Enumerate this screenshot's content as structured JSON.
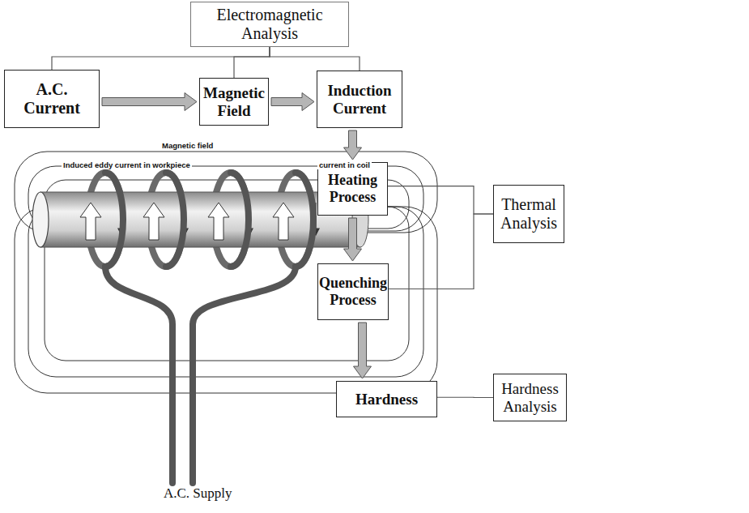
{
  "diagram": {
    "nodes": [
      {
        "text": [
          "Electromagnetic Analysis"
        ]
      },
      {
        "text": [
          "A.C. Current"
        ]
      },
      {
        "text": [
          "Magnetic Field"
        ]
      },
      {
        "text": [
          "Induction Current"
        ]
      },
      {
        "text": [
          "Heating Process"
        ]
      },
      {
        "text": [
          "Thermal Analysis"
        ]
      },
      {
        "text": [
          "Quenching Process"
        ]
      },
      {
        "text": [
          "Hardness"
        ]
      },
      {
        "text": [
          "Hardness Analysis"
        ]
      }
    ],
    "edges": [
      {
        "from": 0,
        "to": 1,
        "arrow": "none"
      },
      {
        "from": 0,
        "to": 2,
        "arrow": "none"
      },
      {
        "from": 0,
        "to": 3,
        "arrow": "none"
      },
      {
        "from": 1,
        "to": 2,
        "arrow": "to"
      },
      {
        "from": 2,
        "to": 3,
        "arrow": "to"
      },
      {
        "from": 3,
        "to": 4,
        "arrow": "to"
      },
      {
        "from": 4,
        "to": 6,
        "arrow": "to"
      },
      {
        "from": 6,
        "to": 7,
        "arrow": "to"
      },
      {
        "from": 4,
        "to": 5,
        "arrow": "none"
      },
      {
        "from": 6,
        "to": 5,
        "arrow": "none"
      },
      {
        "from": 7,
        "to": 8,
        "arrow": "none"
      }
    ],
    "labels": [
      "Magnetic field",
      "Induced eddy current in workpiece",
      "current in coil",
      "A.C. Supply"
    ]
  }
}
